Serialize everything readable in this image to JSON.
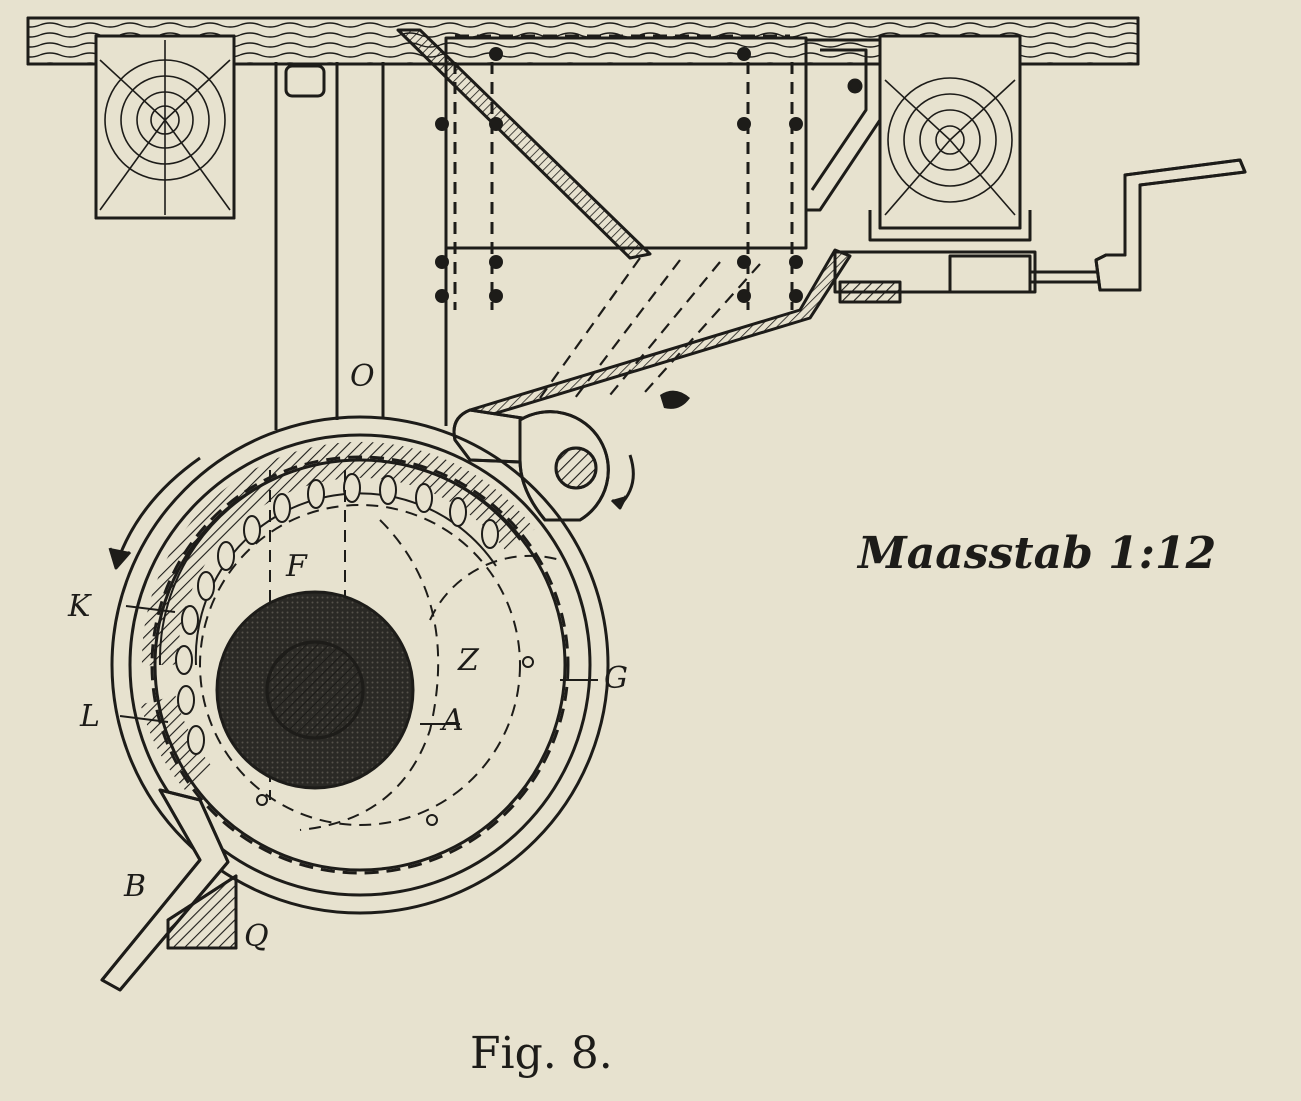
{
  "figure": {
    "scale_label": "Maasstab 1:12",
    "caption": "Fig. 8.",
    "letters": {
      "O": "O",
      "F": "F",
      "K": "K",
      "L": "L",
      "G": "G",
      "Z": "Z",
      "A": "A",
      "B": "B",
      "Q": "Q"
    }
  },
  "colors": {
    "paper": "#e7e2cf",
    "ink": "#1d1c19"
  }
}
